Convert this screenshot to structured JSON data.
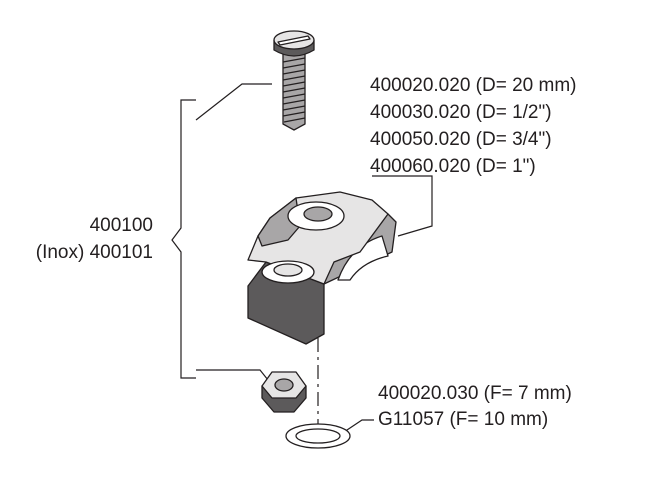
{
  "callouts": {
    "assembly": {
      "line1": "400100",
      "line2": "(Inox) 400101"
    },
    "clamp": {
      "lines": [
        "400020.020 (D= 20 mm)",
        "400030.020 (D= 1/2\")",
        "400050.020 (D= 3/4\")",
        "400060.020 (D= 1\")"
      ]
    },
    "washer": {
      "lines": [
        "400020.030  (F= 7 mm)",
        "G11057  (F= 10 mm)"
      ]
    }
  },
  "colors": {
    "ink": "#231f20",
    "paper": "#ffffff",
    "face_dark": "#5c5a5b",
    "face_mid": "#a8a6a7",
    "face_light": "#e6e5e5"
  },
  "parts": [
    "screw",
    "clamp-block",
    "hex-nut",
    "washer"
  ]
}
